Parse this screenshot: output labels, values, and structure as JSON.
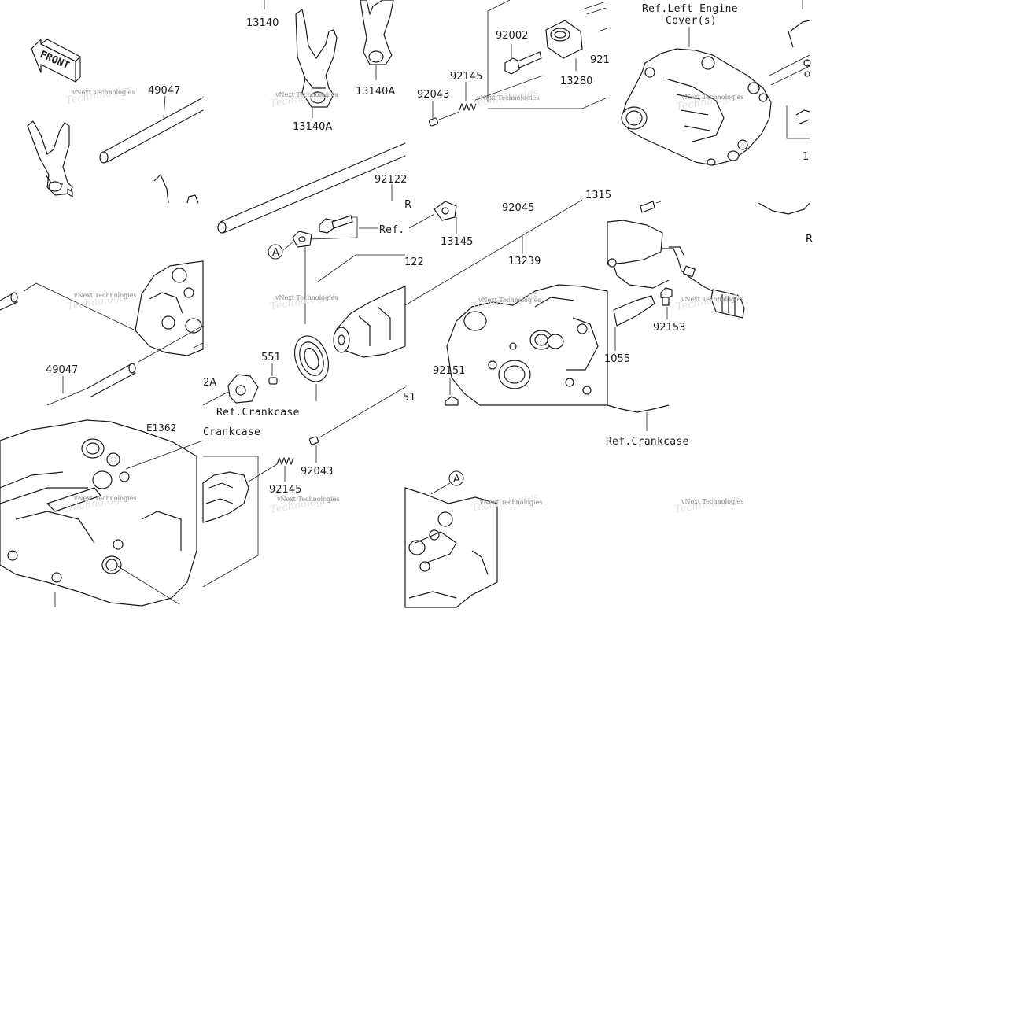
{
  "diagram": {
    "front_label": "FRONT",
    "diagram_code": "E1362",
    "callout_letter": "A",
    "watermark_text": "vNext Technologies",
    "watermark_ghost": "Technologies",
    "labels": {
      "p13140": "13140",
      "p13140a_1": "13140A",
      "p13140a_2": "13140A",
      "p49047_1": "49047",
      "p49047_2": "49047",
      "p92002": "92002",
      "p92145_1": "92145",
      "p92145_2": "92145",
      "p92043_1": "92043",
      "p92043_2": "92043",
      "p13280": "13280",
      "p92122": "92122",
      "p122": "122",
      "p13145": "13145",
      "p92045": "92045",
      "p1315": "1315",
      "p13239": "13239",
      "p551": "551",
      "p2a": "2A",
      "p92151": "92151",
      "p51": "51",
      "p92153": "92153",
      "p1055": "1055",
      "p921": "921",
      "p1_right": "1"
    },
    "refs": {
      "left_cover_line1": "Ref.Left Engine",
      "left_cover_line2": "Cover(s)",
      "crankcase_1": "Ref.Crankcase",
      "crankcase_2": "Crankcase",
      "crankcase_3": "Ref.Crankcase",
      "ref_partial": "Ref.",
      "r_partial": "R"
    }
  }
}
